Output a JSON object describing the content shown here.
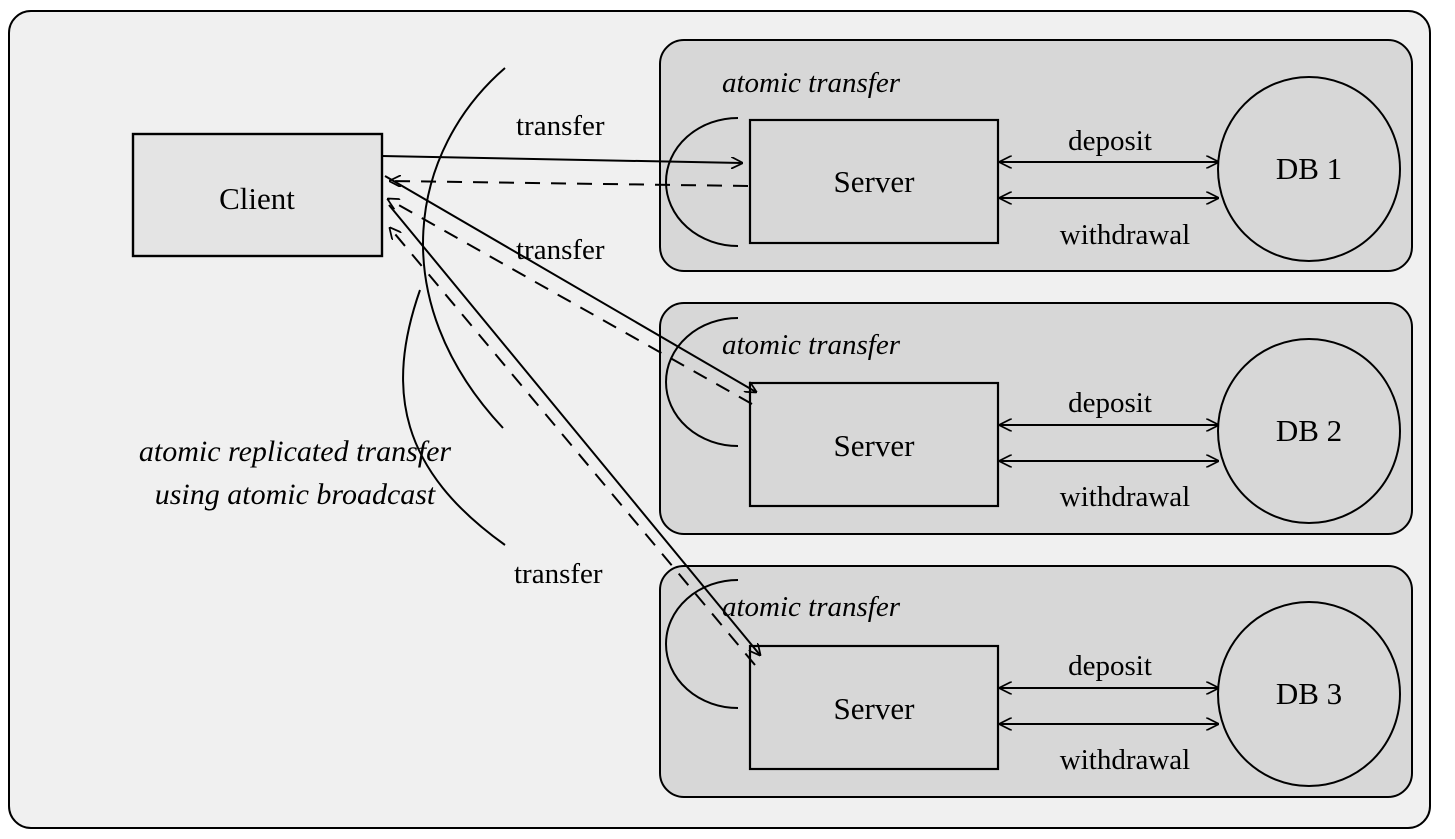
{
  "figure": {
    "kind": "architecture-diagram",
    "title_text": "",
    "caption": {
      "line1": "atomic replicated transfer",
      "line2": "using atomic broadcast"
    }
  },
  "colors": {
    "page_background": "#ffffff",
    "frame_fill": "#f0f0f0",
    "group_fill": "#d7d7d7",
    "box_fill": "#e4e4e4",
    "ellipse_fill": "#d7d7d7",
    "stroke": "#000000"
  },
  "client": {
    "label": "Client"
  },
  "edges_from_client": [
    {
      "label": "transfer",
      "target": "group-1"
    },
    {
      "label": "transfer",
      "target": "group-2"
    },
    {
      "label": "transfer",
      "target": "group-3"
    }
  ],
  "groups": [
    {
      "id": "group-1",
      "annotation": "atomic transfer",
      "server": {
        "label": "Server"
      },
      "db": {
        "label": "DB 1"
      },
      "links": [
        {
          "label": "deposit",
          "direction": "bidirectional"
        },
        {
          "label": "withdrawal",
          "direction": "bidirectional"
        }
      ]
    },
    {
      "id": "group-2",
      "annotation": "atomic transfer",
      "server": {
        "label": "Server"
      },
      "db": {
        "label": "DB 2"
      },
      "links": [
        {
          "label": "deposit",
          "direction": "bidirectional"
        },
        {
          "label": "withdrawal",
          "direction": "bidirectional"
        }
      ]
    },
    {
      "id": "group-3",
      "annotation": "atomic transfer",
      "server": {
        "label": "Server"
      },
      "db": {
        "label": "DB 3"
      },
      "links": [
        {
          "label": "deposit",
          "direction": "bidirectional"
        },
        {
          "label": "withdrawal",
          "direction": "bidirectional"
        }
      ]
    }
  ]
}
